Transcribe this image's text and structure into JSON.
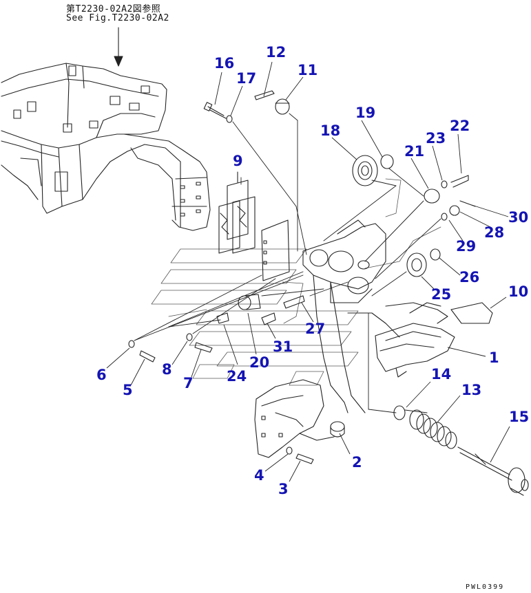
{
  "reference_note": {
    "japanese": "第T2230-02A2図参照",
    "english": "See Fig.T2230-02A2"
  },
  "drawing_code": "PWL0399",
  "callout_color": "#1414b4",
  "callouts": [
    {
      "key": "p1",
      "label": "1"
    },
    {
      "key": "p2",
      "label": "2"
    },
    {
      "key": "p3",
      "label": "3"
    },
    {
      "key": "p4",
      "label": "4"
    },
    {
      "key": "p5",
      "label": "5"
    },
    {
      "key": "p6",
      "label": "6"
    },
    {
      "key": "p7",
      "label": "7"
    },
    {
      "key": "p8",
      "label": "8"
    },
    {
      "key": "p9",
      "label": "9"
    },
    {
      "key": "p10",
      "label": "10"
    },
    {
      "key": "p11",
      "label": "11"
    },
    {
      "key": "p12",
      "label": "12"
    },
    {
      "key": "p13",
      "label": "13"
    },
    {
      "key": "p14",
      "label": "14"
    },
    {
      "key": "p15",
      "label": "15"
    },
    {
      "key": "p16",
      "label": "16"
    },
    {
      "key": "p17",
      "label": "17"
    },
    {
      "key": "p18",
      "label": "18"
    },
    {
      "key": "p19",
      "label": "19"
    },
    {
      "key": "p20",
      "label": "20"
    },
    {
      "key": "p21",
      "label": "21"
    },
    {
      "key": "p22",
      "label": "22"
    },
    {
      "key": "p23",
      "label": "23"
    },
    {
      "key": "p24",
      "label": "24"
    },
    {
      "key": "p25",
      "label": "25"
    },
    {
      "key": "p26",
      "label": "26"
    },
    {
      "key": "p27",
      "label": "27"
    },
    {
      "key": "p28",
      "label": "28"
    },
    {
      "key": "p29",
      "label": "29"
    },
    {
      "key": "p30",
      "label": "30"
    },
    {
      "key": "p31",
      "label": "31"
    }
  ]
}
